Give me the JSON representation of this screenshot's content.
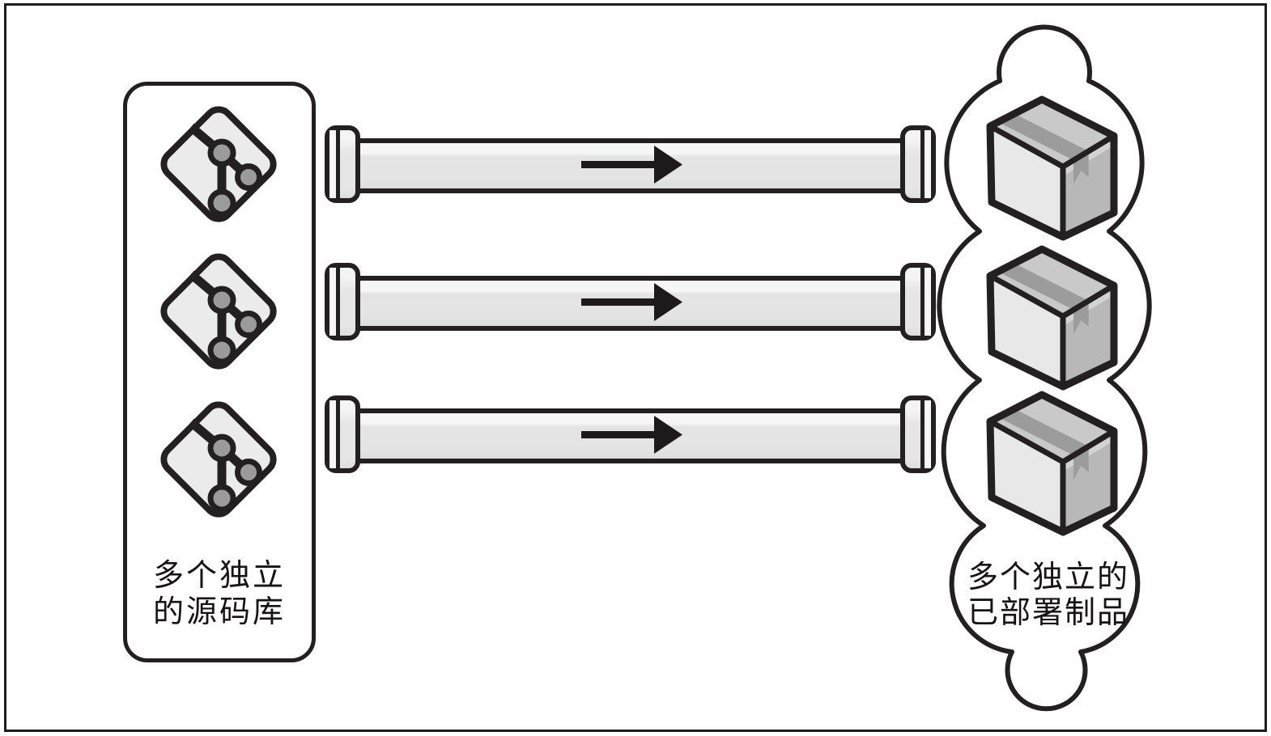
{
  "source_panel": {
    "label_line1": "多个独立",
    "label_line2": "的源码库",
    "repo_icon_count": 3
  },
  "pipelines": {
    "count": 3,
    "direction": "left-to-right"
  },
  "artifact_cloud": {
    "label_line1": "多个独立的",
    "label_line2": "已部署制品",
    "package_icon_count": 3
  },
  "colors": {
    "outline": "#241f20",
    "diamond_fill": "#ebebeb",
    "node_fill": "#9b9b9b",
    "pipe_fill": "#e4e4e4",
    "box_top": "#c9c9c9",
    "box_front": "#e8e8e8",
    "box_side": "#b8b8b8",
    "box_tape": "#9c9c9c",
    "background": "#ffffff"
  }
}
